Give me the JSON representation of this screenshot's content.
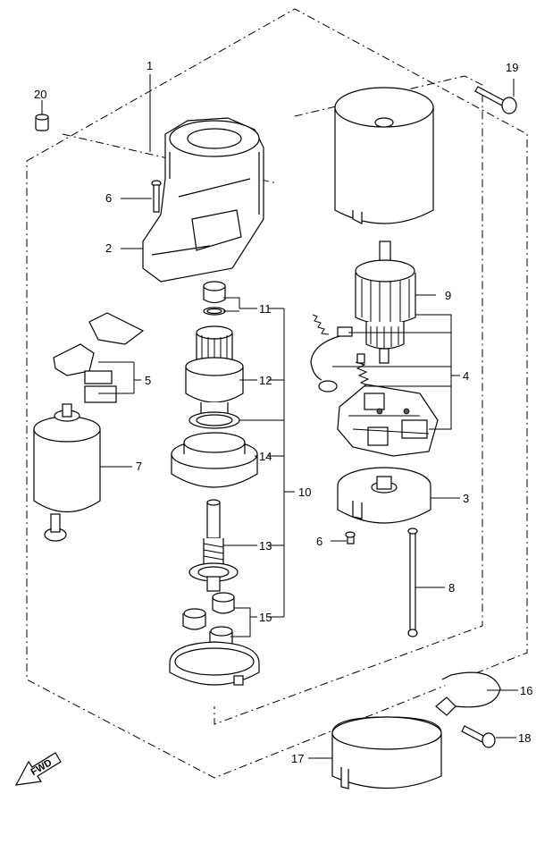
{
  "labels": {
    "p1": "1",
    "p2": "2",
    "p3": "3",
    "p4": "4",
    "p5": "5",
    "p6a": "6",
    "p6b": "6",
    "p7": "7",
    "p8": "8",
    "p9": "9",
    "p10": "10",
    "p11": "11",
    "p12": "12",
    "p13": "13",
    "p14": "14",
    "p15": "15",
    "p16": "16",
    "p17": "17",
    "p18": "18",
    "p19": "19",
    "p20": "20"
  },
  "fwd": "FWD"
}
